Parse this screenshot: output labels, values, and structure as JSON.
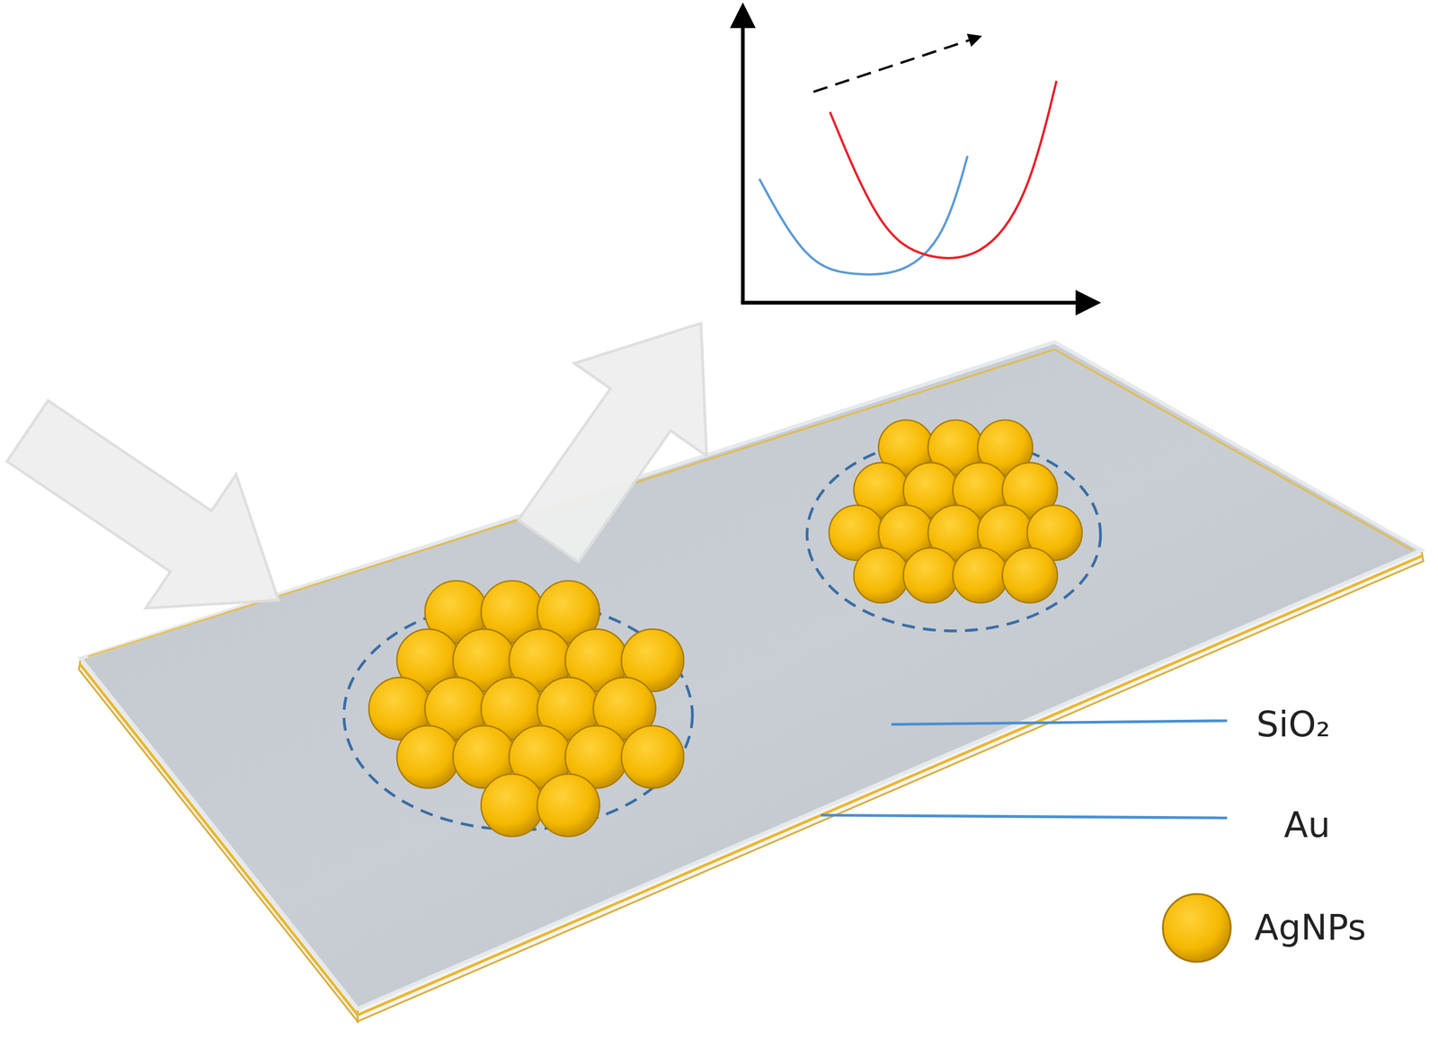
{
  "diagram": {
    "labels": [
      "SiO₂",
      "Au"
    ],
    "legend": [
      {
        "text": "AgNPs"
      }
    ]
  }
}
